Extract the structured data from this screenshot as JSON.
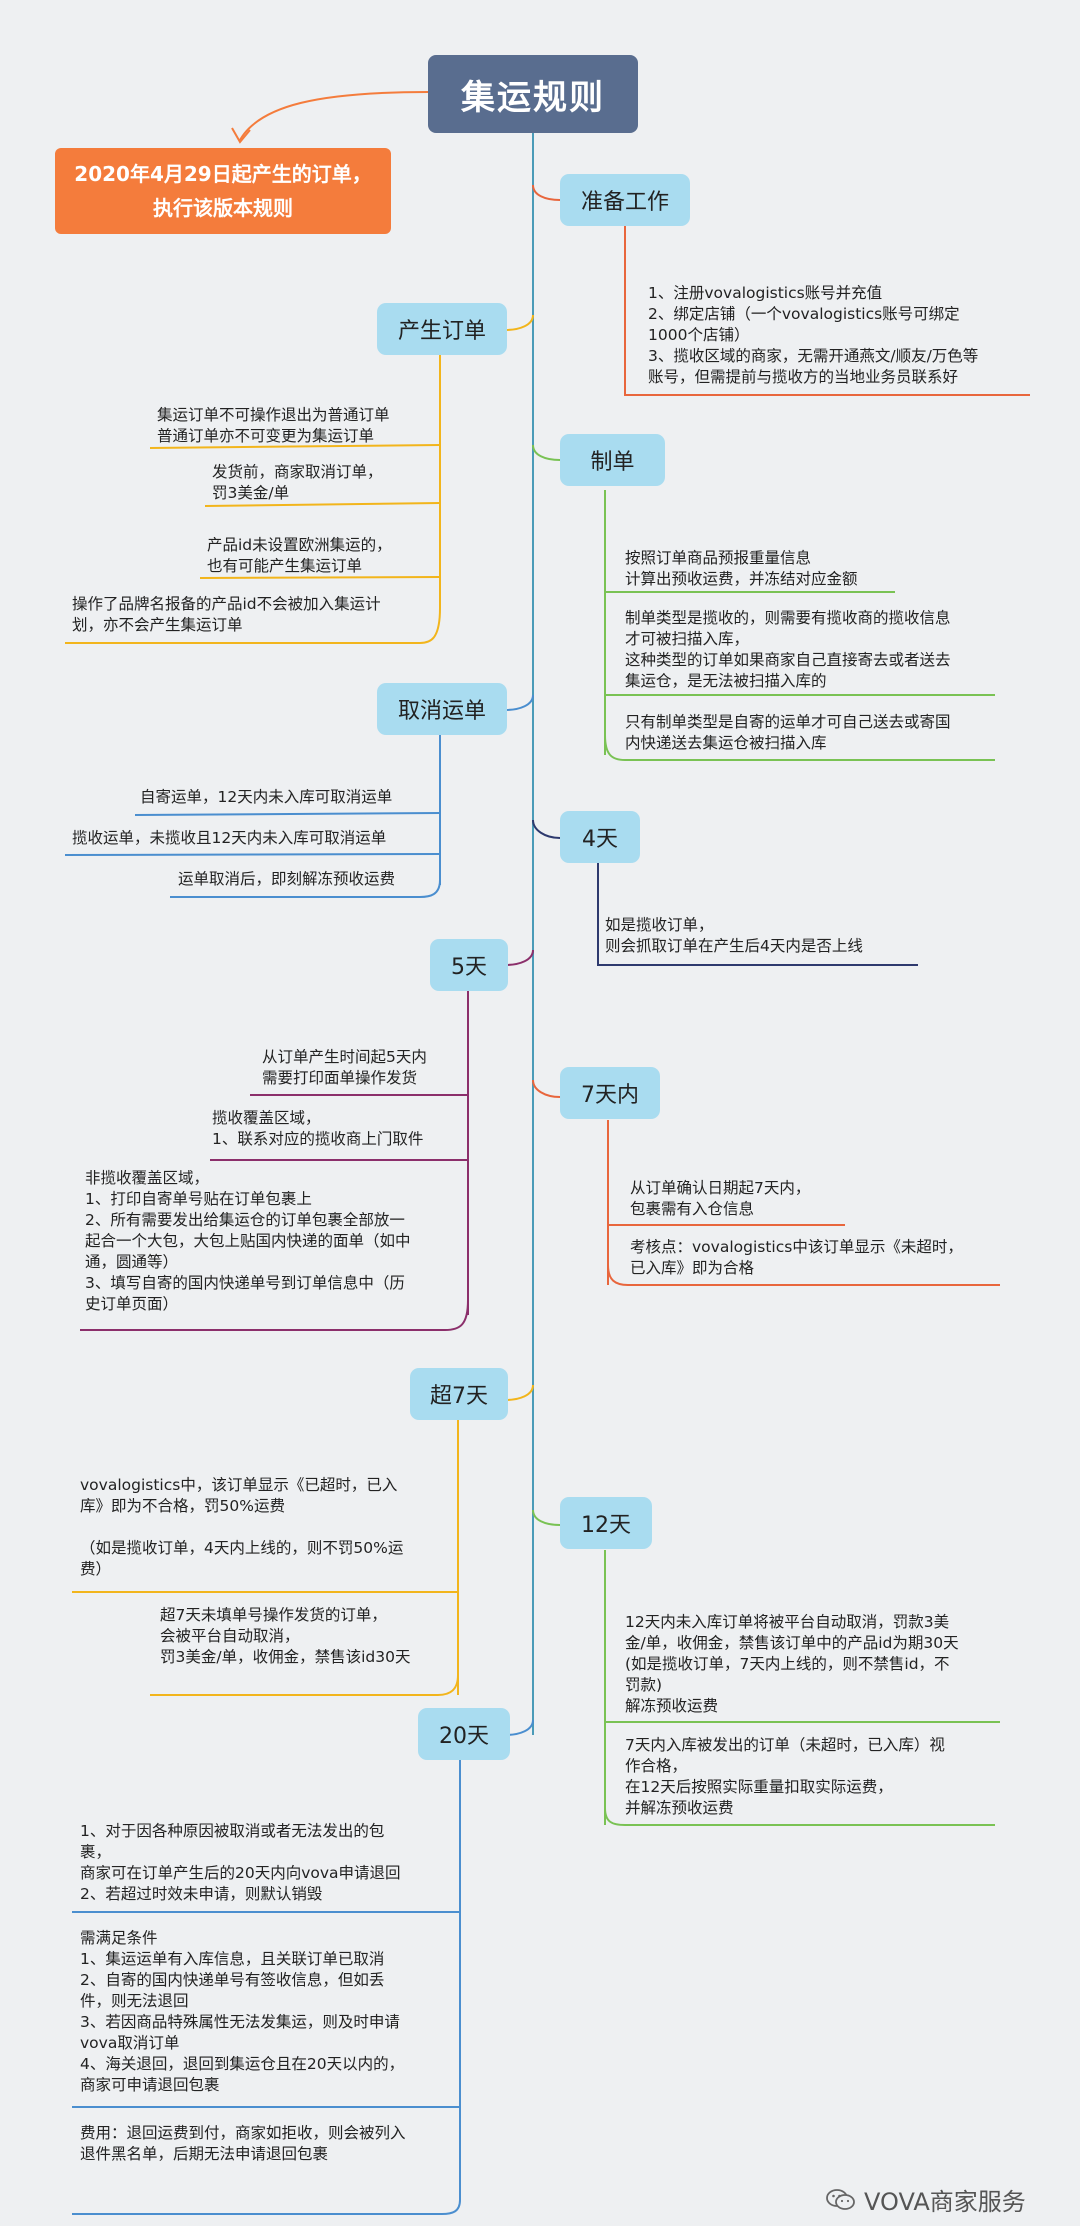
{
  "root": "集运规则",
  "note": [
    "2020年4月29日起产生的订单，",
    "执行该版本规则"
  ],
  "topics": {
    "prepare": {
      "label": "准备工作",
      "items": [
        "1、注册vovalogistics账号并充值\n2、绑定店铺（一个vovalogistics账号可绑定\n1000个店铺）\n3、揽收区域的商家，无需开通燕文/顺友/万色等\n账号，但需提前与揽收方的当地业务员联系好"
      ]
    },
    "create_order": {
      "label": "产生订单",
      "items": [
        "集运订单不可操作退出为普通订单\n普通订单亦不可变更为集运订单",
        "发货前，商家取消订单，\n罚3美金/单",
        "产品id未设置欧洲集运的，\n也有可能产生集运订单",
        "操作了品牌名报备的产品id不会被加入集运计\n划，亦不会产生集运订单"
      ]
    },
    "make_order": {
      "label": "制单",
      "items": [
        "按照订单商品预报重量信息\n计算出预收运费，并冻结对应金额",
        "制单类型是揽收的，则需要有揽收商的揽收信息\n才可被扫描入库，\n这种类型的订单如果商家自己直接寄去或者送去\n集运仓，是无法被扫描入库的",
        "只有制单类型是自寄的运单才可自己送去或寄国\n内快递送去集运仓被扫描入库"
      ]
    },
    "cancel": {
      "label": "取消运单",
      "items": [
        "自寄运单，12天内未入库可取消运单",
        "揽收运单，未揽收且12天内未入库可取消运单",
        "运单取消后，即刻解冻预收运费"
      ]
    },
    "day4": {
      "label": "4天",
      "items": [
        "如是揽收订单，\n则会抓取订单在产生后4天内是否上线"
      ]
    },
    "day5": {
      "label": "5天",
      "items": [
        "从订单产生时间起5天内\n需要打印面单操作发货",
        "揽收覆盖区域，\n1、联系对应的揽收商上门取件",
        "非揽收覆盖区域，\n1、打印自寄单号贴在订单包裹上\n2、所有需要发出给集运仓的订单包裹全部放一\n起合一个大包，大包上贴国内快递的面单（如中\n通，圆通等）\n3、填写自寄的国内快递单号到订单信息中（历\n史订单页面）"
      ]
    },
    "day7": {
      "label": "7天内",
      "items": [
        "从订单确认日期起7天内，\n包裹需有入仓信息",
        "考核点：vovalogistics中该订单显示《未超时，\n已入库》即为合格"
      ]
    },
    "over7": {
      "label": "超7天",
      "items": [
        "vovalogistics中，该订单显示《已超时，已入\n库》即为不合格，罚50%运费\n\n（如是揽收订单，4天内上线的，则不罚50%运\n费）",
        "超7天未填单号操作发货的订单，\n会被平台自动取消，\n罚3美金/单，收佣金，禁售该id30天"
      ]
    },
    "day12": {
      "label": "12天",
      "items": [
        "12天内未入库订单将被平台自动取消，罚款3美\n金/单，收佣金，禁售该订单中的产品id为期30天\n(如是揽收订单，7天内上线的，则不禁售id，不\n罚款)\n解冻预收运费",
        "7天内入库被发出的订单（未超时，已入库）视\n作合格，\n在12天后按照实际重量扣取实际运费，\n并解冻预收运费"
      ]
    },
    "day20": {
      "label": "20天",
      "items": [
        "1、对于因各种原因被取消或者无法发出的包\n裹，\n商家可在订单产生后的20天内向vova申请退回\n2、若超过时效未申请，则默认销毁",
        "需满足条件\n1、集运运单有入库信息，且关联订单已取消\n2、自寄的国内快递单号有签收信息，但如丢\n件，则无法退回\n3、若因商品特殊属性无法发集运，则及时申请\nvova取消订单\n4、海关退回，退回到集运仓且在20天以内的，\n商家可申请退回包裹",
        "费用：退回运费到付，商家如拒收，则会被列入\n退件黑名单，后期无法申请退回包裹"
      ]
    }
  },
  "watermark": "VOVA商家服务",
  "colors": {
    "root_bg": "#596d8f",
    "note_bg": "#f47c3c",
    "topic_bg": "#a9dcf0",
    "trunk": "#4a9bb8",
    "prepare": "#e8663d",
    "create_order": "#f2b51c",
    "make_order": "#79c254",
    "cancel": "#4a8ecf",
    "day4": "#2e3a6e",
    "day5": "#8b2f6b",
    "day7": "#e8663d",
    "over7": "#f2b51c",
    "day12": "#79c254",
    "day20": "#4a8ecf"
  }
}
